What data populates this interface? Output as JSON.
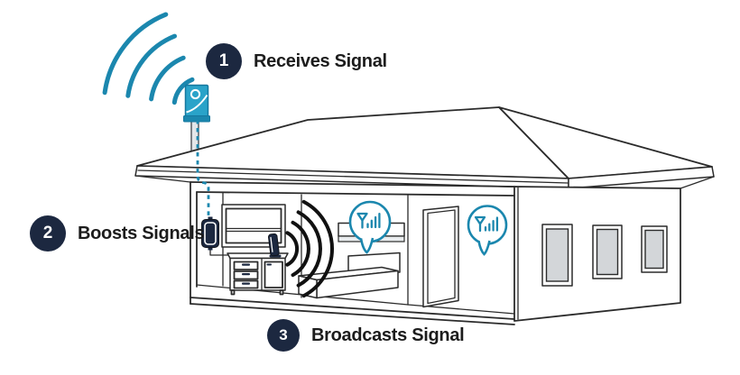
{
  "figure": {
    "type": "diagram",
    "description": "Cell phone signal booster system shown on a cutaway house illustration",
    "steps": [
      {
        "number": "1",
        "label": "Receives Signal"
      },
      {
        "number": "2",
        "label": "Boosts Signals"
      },
      {
        "number": "3",
        "label": "Broadcasts Signal"
      }
    ],
    "icons": [
      "incoming-signal-waves-icon",
      "outdoor-antenna-icon",
      "signal-booster-icon",
      "indoor-antenna-icon",
      "broadcast-waves-icon",
      "cellular-signal-bubble-icon",
      "cellular-signal-bubble-icon"
    ],
    "colors": {
      "teal": "#1b87ae",
      "antenna_fill": "#2aa3c9",
      "navy": "#1c2840",
      "line": "#2b2b2b",
      "window_glass": "#d3d6d9",
      "wave_black": "#111111",
      "text": "#1c1c1c",
      "background": "#ffffff"
    }
  }
}
